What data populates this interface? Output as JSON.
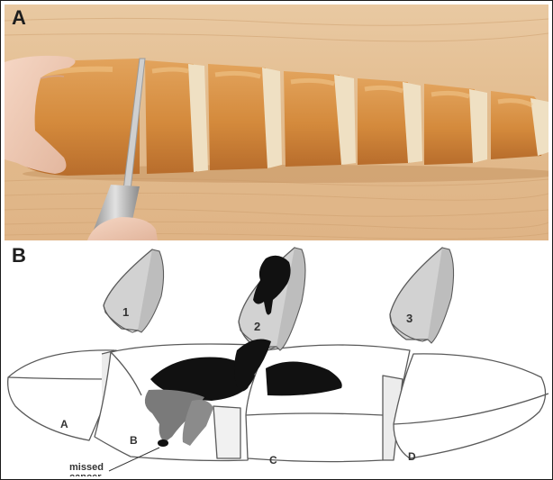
{
  "panels": {
    "a": {
      "letter": "A"
    },
    "b": {
      "letter": "B",
      "slice_labels": [
        "1",
        "2",
        "3"
      ],
      "segment_labels": [
        "A",
        "B",
        "C",
        "D"
      ],
      "annotation": {
        "line1": "missed",
        "line2": "cancer"
      }
    }
  },
  "colors": {
    "wood": "#e6c39a",
    "crust": "#d68f45",
    "crumb": "#efe0c3",
    "knife": "#b9b9b9",
    "slice_fill": "#d2d2d2",
    "tumor": "#111111",
    "missed_tumor": "#7a7a7a"
  }
}
